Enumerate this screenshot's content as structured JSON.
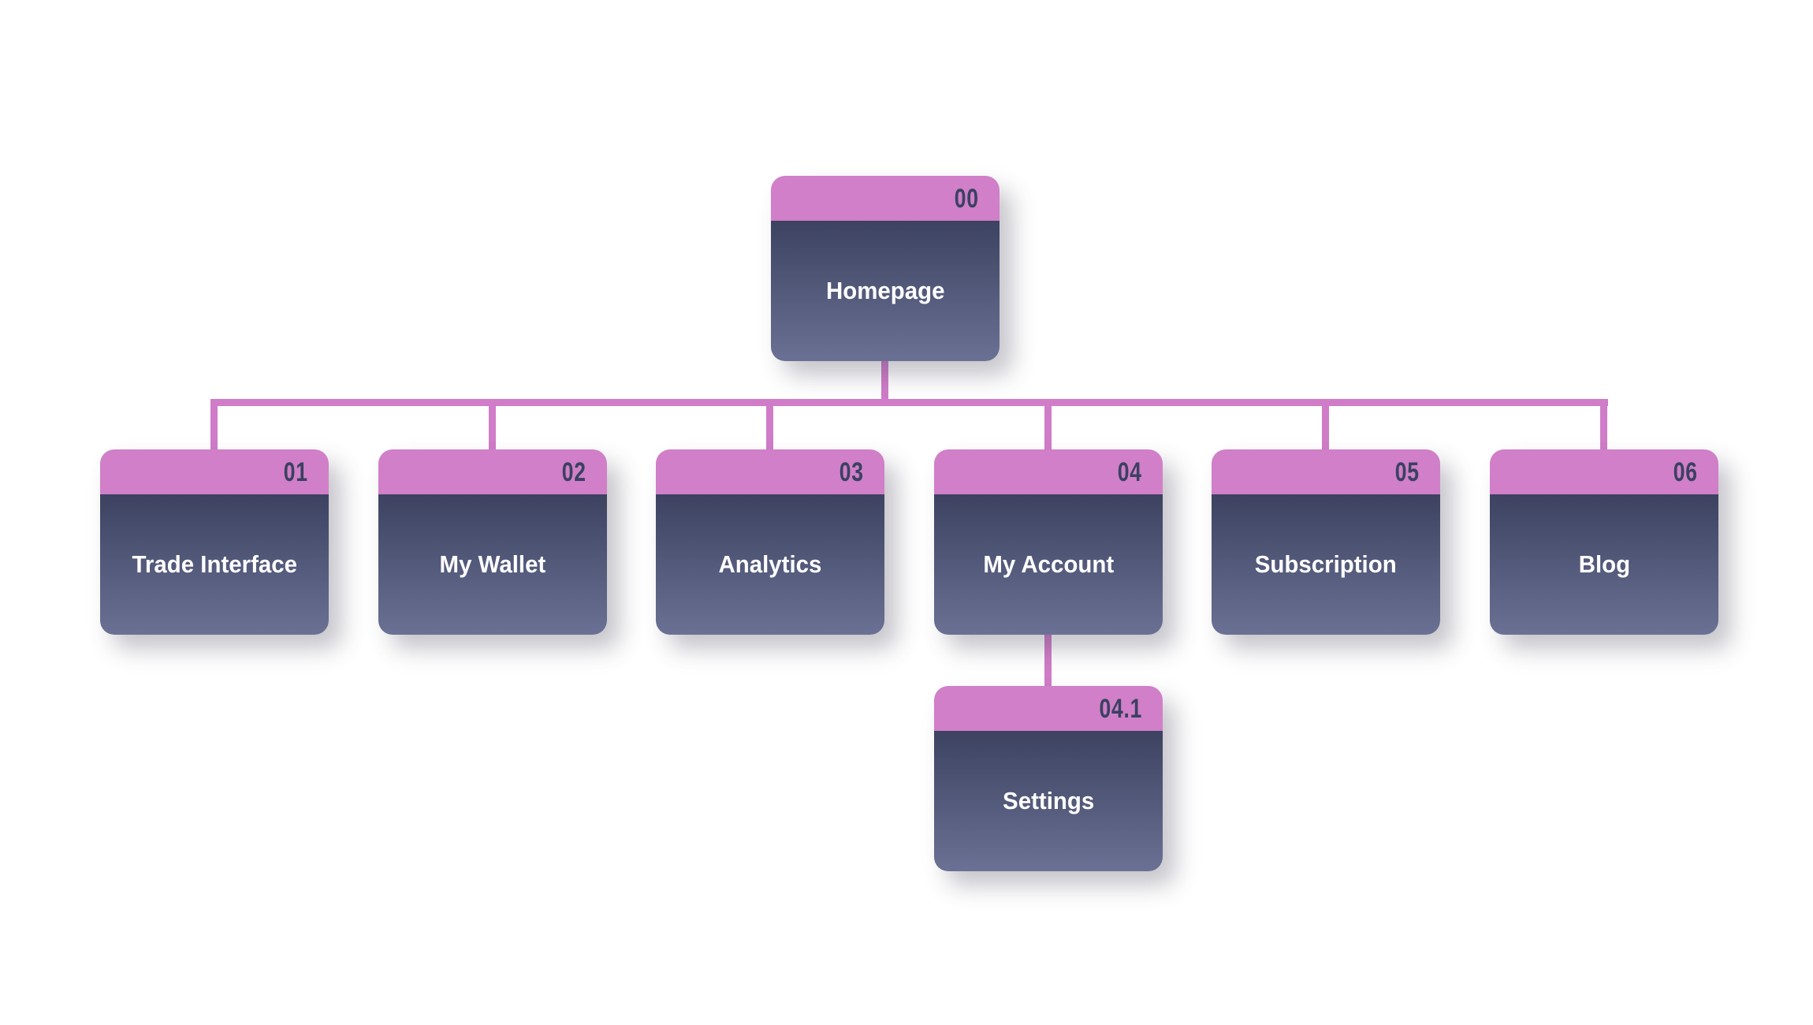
{
  "palette": {
    "header_pink": "#d07fc8",
    "connector_pink": "#d07cc8",
    "body_top": "#3c4260",
    "body_bottom": "#6b7194",
    "number_color": "#3a4161",
    "label_color": "#ffffff",
    "page_bg": "#ffffff"
  },
  "nodes": {
    "homepage": {
      "number": "00",
      "label": "Homepage"
    },
    "trade": {
      "number": "01",
      "label": "Trade Interface"
    },
    "wallet": {
      "number": "02",
      "label": "My Wallet"
    },
    "analytics": {
      "number": "03",
      "label": "Analytics"
    },
    "account": {
      "number": "04",
      "label": "My Account"
    },
    "subscription": {
      "number": "05",
      "label": "Subscription"
    },
    "blog": {
      "number": "06",
      "label": "Blog"
    },
    "settings": {
      "number": "04.1",
      "label": "Settings"
    }
  },
  "edges": [
    {
      "from": "Homepage",
      "to": "Trade Interface"
    },
    {
      "from": "Homepage",
      "to": "My Wallet"
    },
    {
      "from": "Homepage",
      "to": "Analytics"
    },
    {
      "from": "Homepage",
      "to": "My Account"
    },
    {
      "from": "Homepage",
      "to": "Subscription"
    },
    {
      "from": "Homepage",
      "to": "Blog"
    },
    {
      "from": "My Account",
      "to": "Settings"
    }
  ]
}
